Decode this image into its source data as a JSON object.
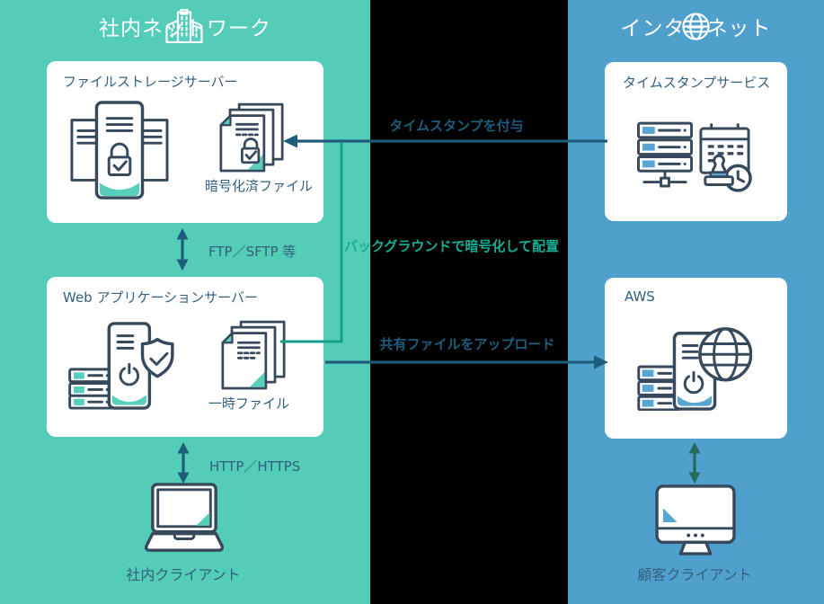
{
  "zones": {
    "internal": {
      "title": "社内ネットワーク"
    },
    "internet": {
      "title": "インターネット"
    }
  },
  "cards": {
    "storage": {
      "title": "ファイルストレージサーバー",
      "file_label": "暗号化済ファイル"
    },
    "webapp": {
      "title": "Web アプリケーションサーバー",
      "file_label": "一時ファイル"
    },
    "timestamp": {
      "title": "タイムスタンプサービス"
    },
    "aws": {
      "title": "AWS"
    }
  },
  "clients": {
    "internal": "社内クライアント",
    "customer": "顧客クライアント"
  },
  "connections": {
    "ftp": "FTP／SFTP 等",
    "http": "HTTP／HTTPS",
    "timestamp_grant": "タイムスタンプを付与",
    "upload": "共有ファイルをアップロード",
    "background_encrypt": "バックグラウンドで暗号化して配置"
  },
  "icons": {
    "building-icon": "office building (internal network zone)",
    "globe-icon": "globe (internet zone)",
    "storage-server-icon": "file storage servers with lock",
    "encrypted-files-icon": "document stack with lock",
    "app-server-icon": "application server tower with shield",
    "temp-files-icon": "document stack",
    "timestamp-server-icon": "server rack with calendar, stamp and clock",
    "aws-server-icon": "server tower with globe",
    "laptop-icon": "laptop client",
    "desktop-icon": "desktop monitor client"
  },
  "colors": {
    "internal_bg": "#53CCB8",
    "internet_bg": "#4FA0CC",
    "canvas_bg": "#000000",
    "card_bg": "#FFFFFF",
    "outline": "#37495C",
    "teal_accent": "#58CFBA",
    "blue_accent": "#58A5D1",
    "arrow_dark": "#1D5C7B",
    "arrow_dark_green": "#27695C",
    "arrow_green": "#10A08B",
    "label_dark": "#33607E",
    "label_green": "#16AD94"
  }
}
